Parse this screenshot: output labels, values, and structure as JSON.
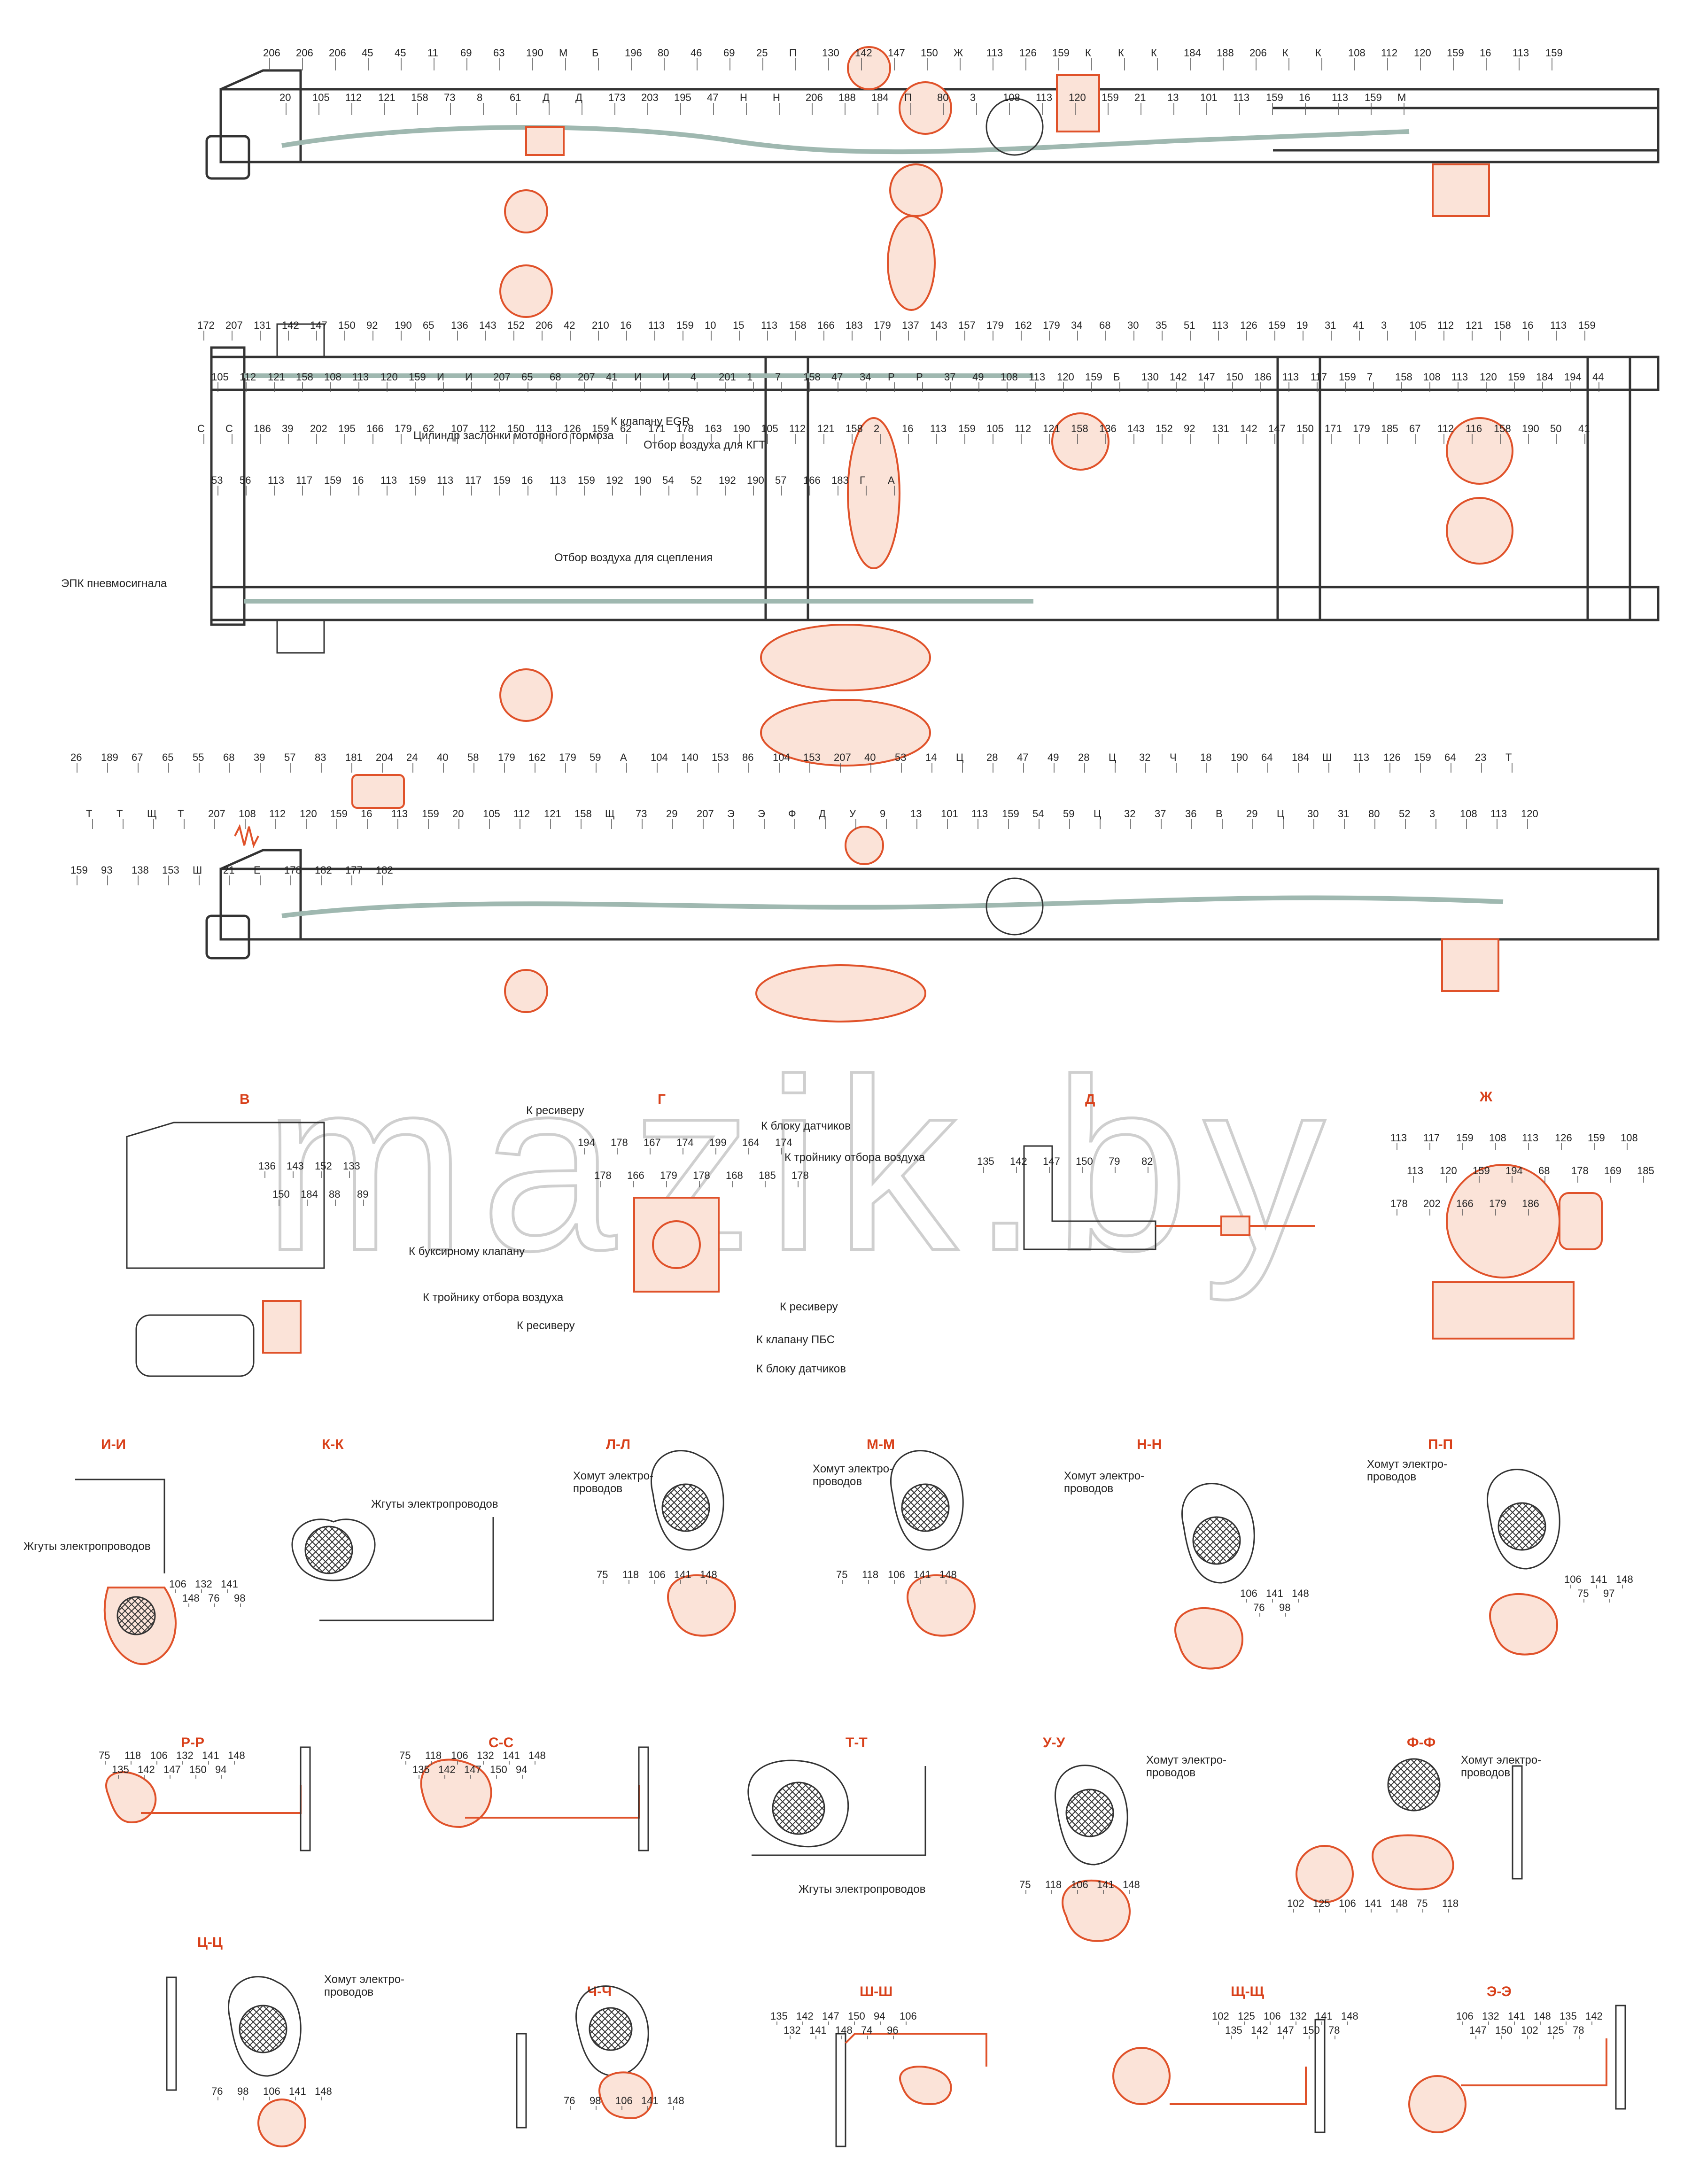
{
  "views": {
    "top": {
      "labels": [
        "206",
        "206",
        "206",
        "45",
        "45",
        "11",
        "69",
        "63",
        "190",
        "М",
        "Б",
        "196",
        "80",
        "46",
        "69",
        "25",
        "П",
        "130",
        "142",
        "147",
        "150",
        "Ж",
        "113",
        "126",
        "159",
        "К",
        "К",
        "К",
        "184",
        "188",
        "206",
        "К",
        "К",
        "108",
        "112",
        "120",
        "159",
        "16",
        "113",
        "159",
        "20",
        "105",
        "112",
        "121",
        "158",
        "73",
        "8",
        "61",
        "Д",
        "Д",
        "173",
        "203",
        "195",
        "47",
        "Н",
        "Н",
        "206",
        "188",
        "184",
        "П",
        "80",
        "3",
        "108",
        "113",
        "120",
        "159",
        "21",
        "13",
        "101",
        "113",
        "159",
        "16",
        "113",
        "159",
        "М"
      ],
      "notes": []
    },
    "middle": {
      "labels": [
        "172",
        "207",
        "131",
        "142",
        "147",
        "150",
        "92",
        "190",
        "65",
        "136",
        "143",
        "152",
        "206",
        "42",
        "210",
        "16",
        "113",
        "159",
        "10",
        "15",
        "113",
        "158",
        "166",
        "183",
        "179",
        "137",
        "143",
        "157",
        "179",
        "162",
        "179",
        "34",
        "68",
        "30",
        "35",
        "51",
        "113",
        "126",
        "159",
        "19",
        "31",
        "41",
        "3",
        "105",
        "112",
        "121",
        "158",
        "16",
        "113",
        "159",
        "105",
        "112",
        "121",
        "158",
        "108",
        "113",
        "120",
        "159",
        "И",
        "И",
        "207",
        "65",
        "68",
        "207",
        "41",
        "И",
        "И",
        "4",
        "201",
        "1",
        "7",
        "158",
        "47",
        "34",
        "Р",
        "Р",
        "37",
        "49",
        "108",
        "113",
        "120",
        "159",
        "Б",
        "130",
        "142",
        "147",
        "150",
        "186",
        "113",
        "117",
        "159",
        "7",
        "158",
        "108",
        "113",
        "120",
        "159",
        "184",
        "194",
        "44",
        "С",
        "С",
        "186",
        "39",
        "202",
        "195",
        "166",
        "179",
        "62",
        "107",
        "112",
        "150",
        "113",
        "126",
        "159",
        "62",
        "171",
        "178",
        "163",
        "190",
        "105",
        "112",
        "121",
        "158",
        "2",
        "16",
        "113",
        "159",
        "105",
        "112",
        "121",
        "158",
        "136",
        "143",
        "152",
        "92",
        "131",
        "142",
        "147",
        "150",
        "171",
        "179",
        "185",
        "67",
        "112",
        "116",
        "158",
        "190",
        "50",
        "41",
        "53",
        "56",
        "113",
        "117",
        "159",
        "16",
        "113",
        "159",
        "113",
        "117",
        "159",
        "16",
        "113",
        "159",
        "192",
        "190",
        "54",
        "52",
        "192",
        "190",
        "57",
        "166",
        "183",
        "Г",
        "А"
      ],
      "notes": [
        "Цилиндр заслонки моторного тормоза",
        "К клапану EGR",
        "Отбор воздуха для КГТ",
        "Отбор воздуха для сцепления",
        "ЭПК пневмосигнала"
      ]
    },
    "bottom": {
      "labels": [
        "26",
        "189",
        "67",
        "65",
        "55",
        "68",
        "39",
        "57",
        "83",
        "181",
        "204",
        "24",
        "40",
        "58",
        "179",
        "162",
        "179",
        "59",
        "А",
        "104",
        "140",
        "153",
        "86",
        "104",
        "153",
        "207",
        "40",
        "53",
        "14",
        "Ц",
        "28",
        "47",
        "49",
        "28",
        "Ц",
        "32",
        "Ч",
        "18",
        "190",
        "64",
        "184",
        "Ш",
        "113",
        "126",
        "159",
        "64",
        "23",
        "Т",
        "Т",
        "Т",
        "Щ",
        "Т",
        "207",
        "108",
        "112",
        "120",
        "159",
        "16",
        "113",
        "159",
        "20",
        "105",
        "112",
        "121",
        "158",
        "Щ",
        "73",
        "29",
        "207",
        "Э",
        "Э",
        "Ф",
        "Д",
        "У",
        "9",
        "13",
        "101",
        "113",
        "159",
        "54",
        "59",
        "Ц",
        "32",
        "37",
        "36",
        "В",
        "29",
        "Ц",
        "30",
        "31",
        "80",
        "52",
        "3",
        "108",
        "113",
        "120",
        "159",
        "93",
        "138",
        "153",
        "Ш",
        "21",
        "Е",
        "178",
        "182",
        "177",
        "182"
      ],
      "notes": []
    }
  },
  "details": {
    "V": {
      "title": "В",
      "labels": [
        "136",
        "143",
        "152",
        "133",
        "150",
        "184",
        "88",
        "89"
      ]
    },
    "G": {
      "title": "Г",
      "labels": [
        "194",
        "178",
        "167",
        "174",
        "199",
        "164",
        "174",
        "178",
        "166",
        "179",
        "178",
        "168",
        "185",
        "178"
      ],
      "notes": [
        "К ресиверу",
        "К блоку датчиков",
        "К тройнику отбора воздуха",
        "К буксирному клапану",
        "К тройнику отбора воздуха",
        "К ресиверу",
        "К ресиверу",
        "К клапану ПБС",
        "К блоку датчиков"
      ]
    },
    "D": {
      "title": "Д",
      "labels": [
        "135",
        "142",
        "147",
        "150",
        "79",
        "82"
      ]
    },
    "Zh": {
      "title": "Ж",
      "labels": [
        "113",
        "117",
        "159",
        "108",
        "113",
        "126",
        "159",
        "108",
        "113",
        "120",
        "159",
        "194",
        "68",
        "178",
        "169",
        "185",
        "178",
        "202",
        "166",
        "179",
        "186"
      ]
    }
  },
  "sections": [
    {
      "title": "И-И",
      "labels": [
        "106",
        "132",
        "141",
        "148",
        "76",
        "98"
      ],
      "notes": [
        "Жгуты электропроводов"
      ]
    },
    {
      "title": "К-К",
      "labels": [],
      "notes": [
        "Жгуты электропроводов"
      ]
    },
    {
      "title": "Л-Л",
      "labels": [
        "75",
        "118",
        "106",
        "141",
        "148"
      ],
      "notes": [
        "Хомут электро-",
        "проводов"
      ]
    },
    {
      "title": "М-М",
      "labels": [
        "75",
        "118",
        "106",
        "141",
        "148"
      ],
      "notes": [
        "Хомут электро-",
        "проводов"
      ]
    },
    {
      "title": "Н-Н",
      "labels": [
        "106",
        "141",
        "148",
        "76",
        "98"
      ],
      "notes": [
        "Хомут электро-",
        "проводов"
      ]
    },
    {
      "title": "П-П",
      "labels": [
        "106",
        "141",
        "148",
        "75",
        "97"
      ],
      "notes": [
        "Хомут электро-",
        "проводов"
      ]
    },
    {
      "title": "Р-Р",
      "labels": [
        "75",
        "118",
        "106",
        "132",
        "141",
        "148",
        "135",
        "142",
        "147",
        "150",
        "94"
      ],
      "notes": []
    },
    {
      "title": "С-С",
      "labels": [
        "75",
        "118",
        "106",
        "132",
        "141",
        "148",
        "135",
        "142",
        "147",
        "150",
        "94"
      ],
      "notes": []
    },
    {
      "title": "Т-Т",
      "labels": [],
      "notes": [
        "Жгуты электропроводов"
      ]
    },
    {
      "title": "У-У",
      "labels": [
        "75",
        "118",
        "106",
        "141",
        "148"
      ],
      "notes": [
        "Хомут электро-",
        "проводов"
      ]
    },
    {
      "title": "Ф-Ф",
      "labels": [
        "102",
        "125",
        "106",
        "141",
        "148",
        "75",
        "118"
      ],
      "notes": [
        "Хомут электро-",
        "проводов"
      ]
    },
    {
      "title": "Ц-Ц",
      "labels": [
        "76",
        "98",
        "106",
        "141",
        "148"
      ],
      "notes": [
        "Хомут электро-",
        "проводов"
      ]
    },
    {
      "title": "Ч-Ч",
      "labels": [
        "76",
        "98",
        "106",
        "141",
        "148"
      ],
      "notes": []
    },
    {
      "title": "Ш-Ш",
      "labels": [
        "135",
        "142",
        "147",
        "150",
        "94",
        "106",
        "132",
        "141",
        "148",
        "74",
        "96"
      ],
      "notes": []
    },
    {
      "title": "Щ-Щ",
      "labels": [
        "102",
        "125",
        "106",
        "132",
        "141",
        "148",
        "135",
        "142",
        "147",
        "150",
        "78"
      ],
      "notes": []
    },
    {
      "title": "Э-Э",
      "labels": [
        "106",
        "132",
        "141",
        "148",
        "135",
        "142",
        "147",
        "150",
        "102",
        "125",
        "78"
      ],
      "notes": []
    }
  ],
  "watermark": "mazik.by"
}
